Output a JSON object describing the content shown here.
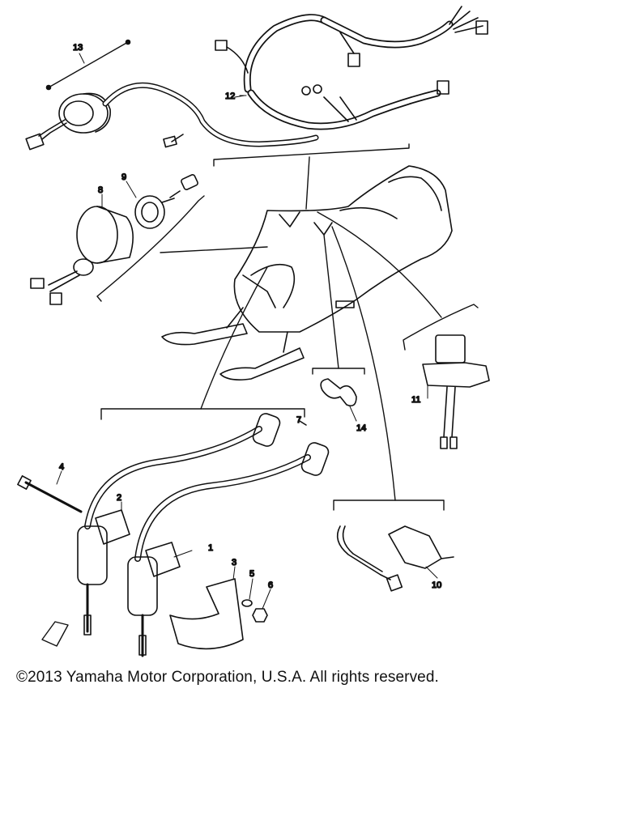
{
  "parts": [
    {
      "id": "part-1",
      "label": "1"
    },
    {
      "id": "part-2",
      "label": "2"
    },
    {
      "id": "part-3",
      "label": "3"
    },
    {
      "id": "part-4",
      "label": "4"
    },
    {
      "id": "part-5",
      "label": "5"
    },
    {
      "id": "part-6",
      "label": "6"
    },
    {
      "id": "part-7",
      "label": "7"
    },
    {
      "id": "part-8",
      "label": "8"
    },
    {
      "id": "part-9",
      "label": "9"
    },
    {
      "id": "part-10",
      "label": "10"
    },
    {
      "id": "part-11",
      "label": "11"
    },
    {
      "id": "part-12",
      "label": "12"
    },
    {
      "id": "part-13",
      "label": "13"
    },
    {
      "id": "part-14",
      "label": "14"
    }
  ],
  "copyright": "©2013 Yamaha Motor Corporation, U.S.A. All rights reserved."
}
